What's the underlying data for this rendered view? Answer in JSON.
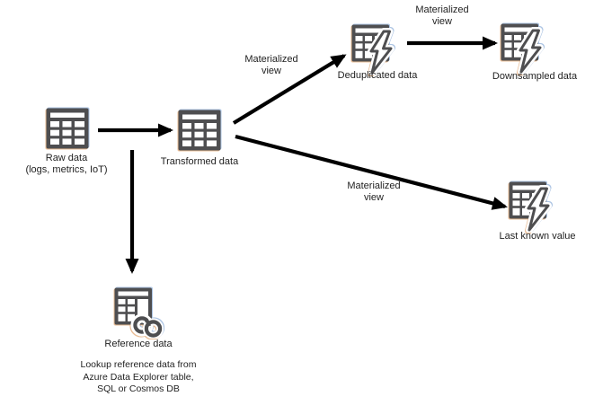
{
  "colors": {
    "background": "#ffffff",
    "icon": "#4e4e50",
    "icon_fringe_warm": "#de9a5c",
    "icon_fringe_cool": "#80a4d4",
    "arrow": "#000000",
    "text": "#1f1f1f"
  },
  "nodes": {
    "raw": {
      "label": "Raw data",
      "sublabel": "(logs, metrics, IoT)",
      "icon": "table-icon"
    },
    "transformed": {
      "label": "Transformed data",
      "icon": "table-icon"
    },
    "deduplicated": {
      "label": "Deduplicated data",
      "icon": "materialized-view-table-icon"
    },
    "downsampled": {
      "label": "Downsampled data",
      "icon": "materialized-view-table-icon"
    },
    "last_known": {
      "label": "Last known value",
      "icon": "materialized-view-table-icon"
    },
    "reference": {
      "label": "Reference data",
      "icon": "lookup-table-icon",
      "note_lines": [
        "Lookup reference data from",
        "Azure Data Explorer table,",
        "SQL or Cosmos DB"
      ]
    }
  },
  "edge_labels": {
    "transformed_to_deduplicated": "Materialized view",
    "deduplicated_to_downsampled": "Materialized view",
    "transformed_to_last_known": "Materialized view"
  }
}
